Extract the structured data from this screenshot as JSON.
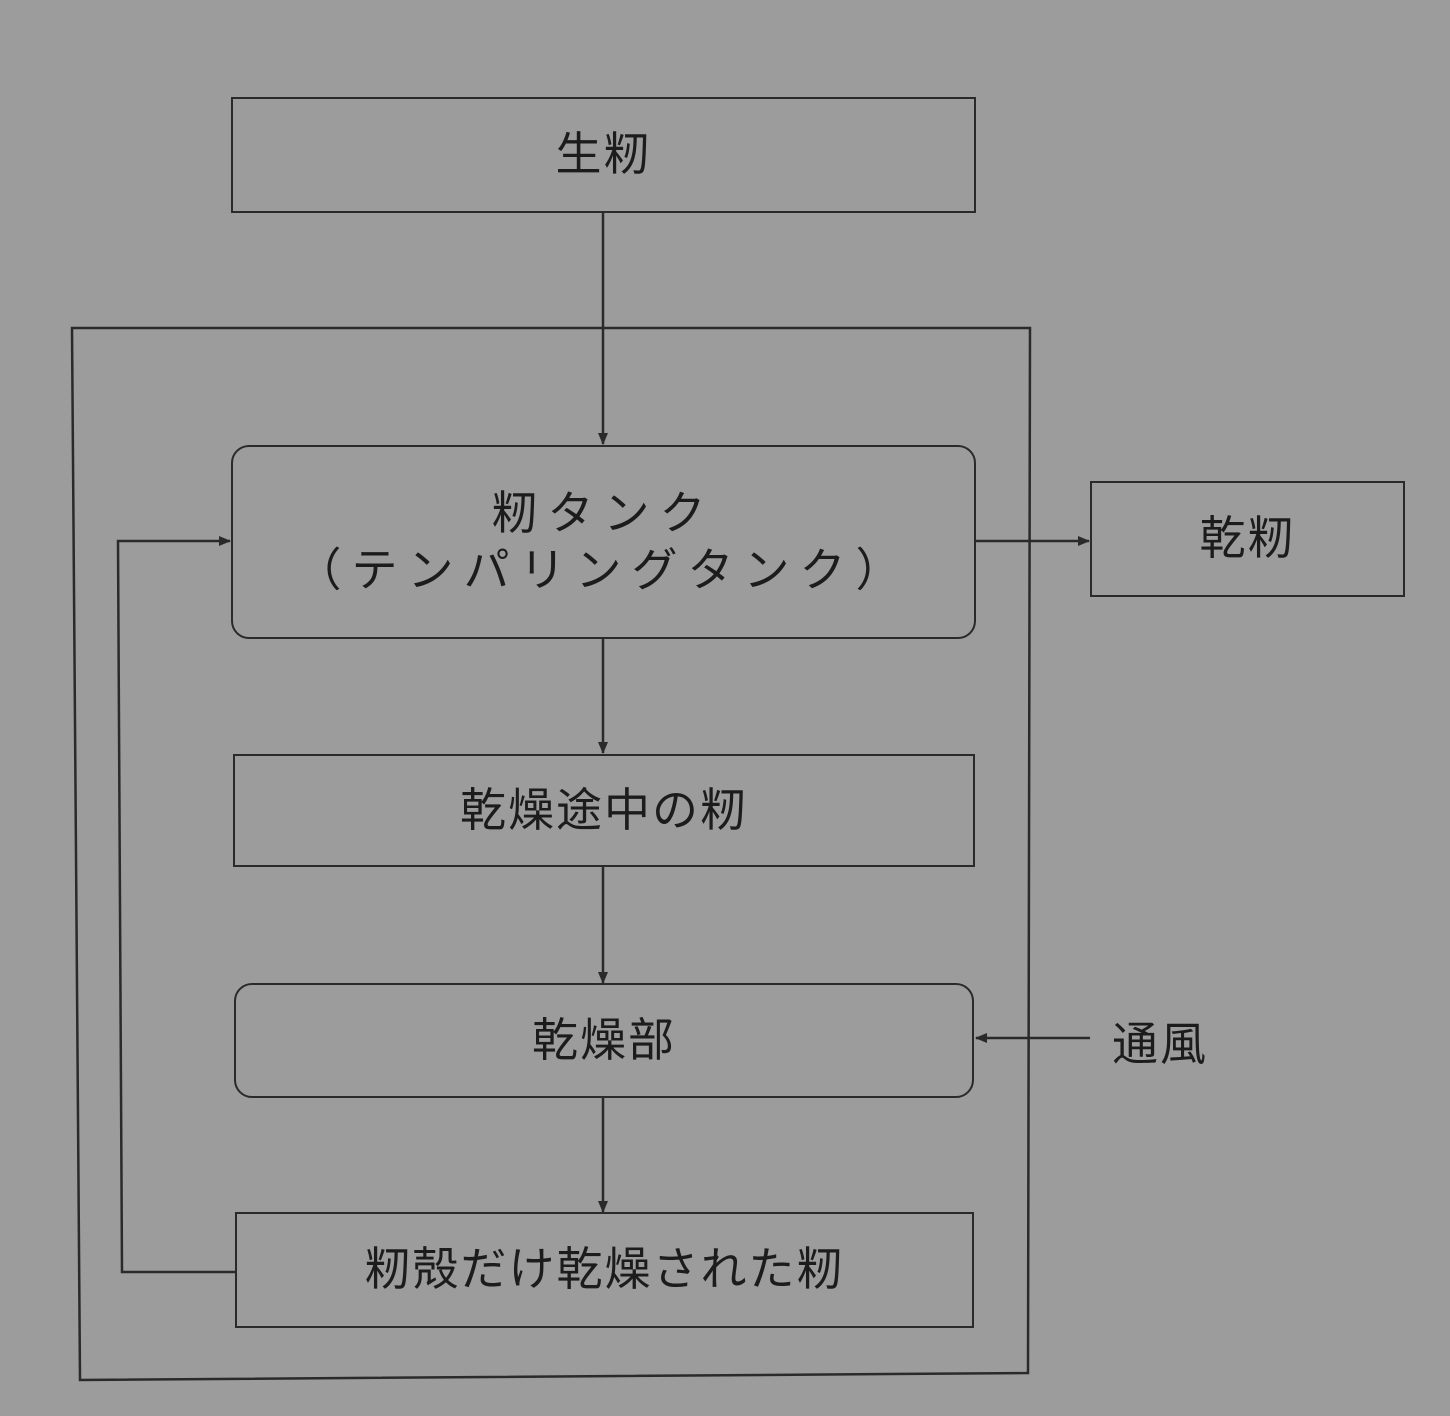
{
  "nodes": {
    "raw_paddy": "生籾",
    "paddy_tank_line1": "籾タンク",
    "paddy_tank_line2": "（テンパリングタンク）",
    "dried_paddy": "乾籾",
    "paddy_drying_midway": "乾燥途中の籾",
    "drying_section": "乾燥部",
    "husk_dried_paddy": "籾殻だけ乾燥された籾",
    "ventilation": "通風"
  },
  "colors": {
    "background": "#9c9c9c",
    "line": "#2a2a2a",
    "text": "#1c1c1c"
  }
}
